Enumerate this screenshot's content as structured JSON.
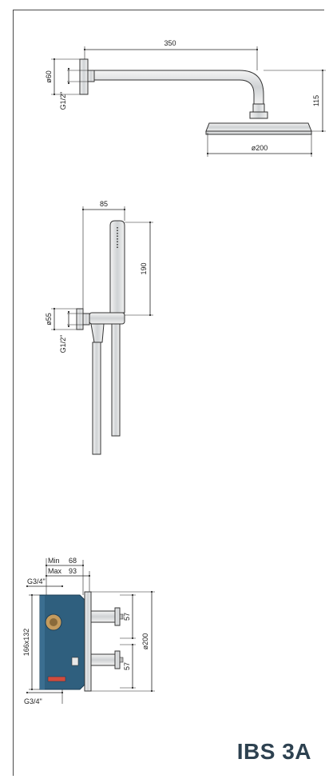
{
  "shower_head": {
    "arm_length": "350",
    "flange_diameter": "ø60",
    "flange_thread": "G1/2\"",
    "drop_height": "115",
    "head_diameter": "ø200"
  },
  "hand_shower": {
    "holder_offset": "85",
    "handset_length": "190",
    "outlet_diameter": "ø55",
    "outlet_thread": "G1/2\""
  },
  "valve": {
    "depth_min_label": "Min",
    "depth_min_value": "68",
    "depth_max_label": "Max",
    "depth_max_value": "93",
    "thread_top": "G3/4\"",
    "body_size": "166x132",
    "thread_bottom": "G3/4\"",
    "handle_spacing_top": "57",
    "handle_spacing_bottom": "57",
    "plate_diameter": "ø200",
    "body_color": "#2f5f7e"
  },
  "product_code": "IBS 3A"
}
